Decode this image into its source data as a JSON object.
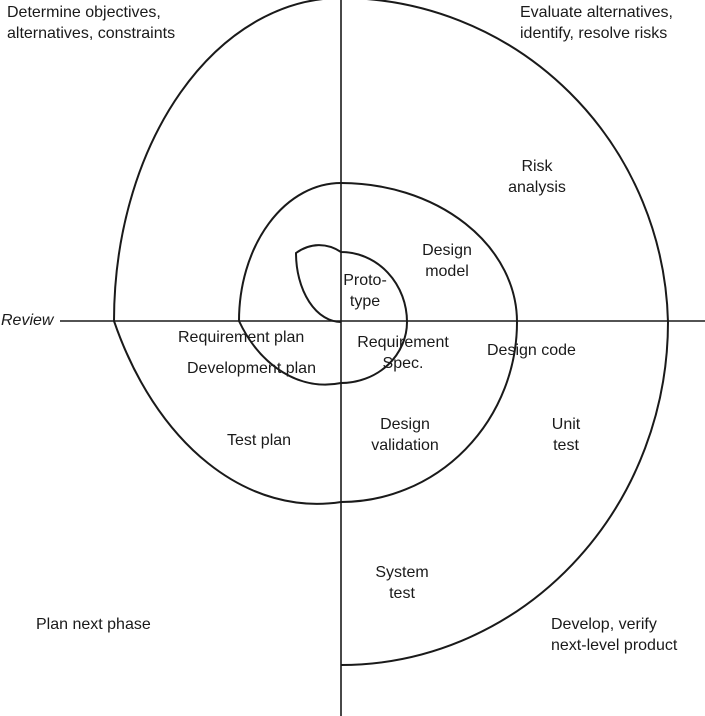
{
  "quadrants": {
    "top_left": "Determine objectives,\nalternatives, constraints",
    "top_right": "Evaluate alternatives,\nidentify, resolve risks",
    "bottom_left": "Plan next phase",
    "bottom_right": "Develop, verify\nnext-level product"
  },
  "axis": {
    "review": "Review"
  },
  "steps": {
    "prototype": "Proto-\ntype",
    "design_model": "Design\nmodel",
    "risk_analysis": "Risk\nanalysis",
    "requirement_plan": "Requirement plan",
    "development_plan": "Development plan",
    "requirement_spec": "Requirement\nSpec.",
    "design_code": "Design code",
    "design_validation": "Design\nvalidation",
    "test_plan": "Test plan",
    "unit_test": "Unit\ntest",
    "system_test": "System\ntest"
  },
  "colors": {
    "line": "#1a1a1a",
    "background": "#ffffff"
  }
}
